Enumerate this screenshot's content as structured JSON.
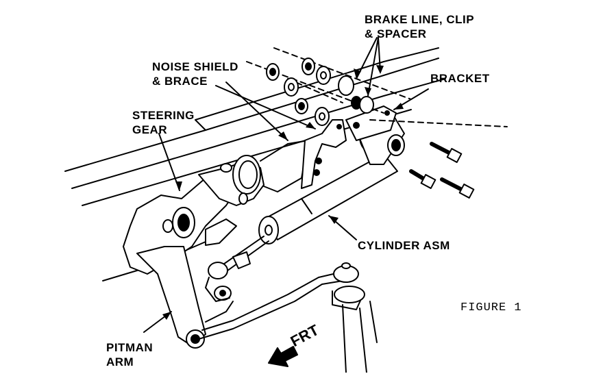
{
  "labels": {
    "brake_line_1": "BRAKE LINE, CLIP",
    "brake_line_2": "& SPACER",
    "noise_shield_1": "NOISE SHIELD",
    "noise_shield_2": "& BRACE",
    "bracket": "BRACKET",
    "steering_gear_1": "STEERING",
    "steering_gear_2": "GEAR",
    "cylinder_asm": "CYLINDER ASM",
    "pitman_arm_1": "PITMAN",
    "pitman_arm_2": "ARM",
    "frt": "FRT",
    "figure": "FIGURE 1"
  }
}
